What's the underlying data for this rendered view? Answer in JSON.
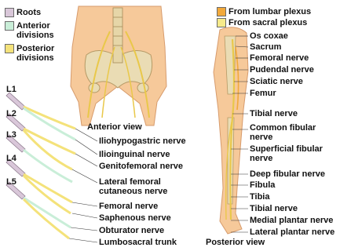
{
  "legend_left": [
    {
      "label": "Roots",
      "color": "#d9c7d9"
    },
    {
      "label": "Anterior divisions",
      "color": "#c9eed8"
    },
    {
      "label": "Posterior divisions",
      "color": "#f4e27a"
    }
  ],
  "legend_right": [
    {
      "label": "From lumbar plexus",
      "color": "#f2a93b"
    },
    {
      "label": "From sacral plexus",
      "color": "#f6ea8a"
    }
  ],
  "roots": [
    "L1",
    "L2",
    "L3",
    "L4",
    "L5"
  ],
  "anterior_caption": "Anterior view",
  "posterior_caption": "Posterior view",
  "left_nerves": [
    "Iliohypogastric nerve",
    "Ilioinguinal nerve",
    "Genitofemoral nerve",
    "Lateral femoral cutaneous nerve",
    "Femoral nerve",
    "Saphenous nerve",
    "Obturator nerve",
    "Lumbosacral trunk"
  ],
  "right_labels": [
    "Os coxae",
    "Sacrum",
    "Femoral nerve",
    "Pudendal nerve",
    "Sciatic nerve",
    "Femur",
    "Tibial nerve",
    "Common fibular nerve",
    "Superficial fibular nerve",
    "Deep fibular nerve",
    "Fibula",
    "Tibia",
    "Tibial nerve",
    "Medial plantar nerve",
    "Lateral plantar nerve"
  ]
}
